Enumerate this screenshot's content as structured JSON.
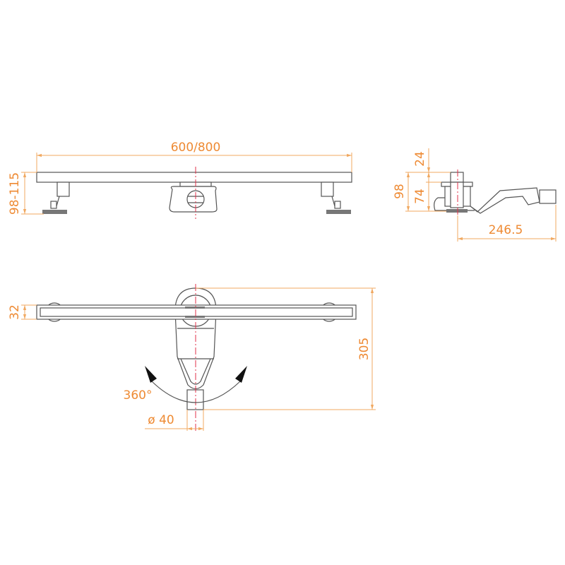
{
  "drawing": {
    "front_view": {
      "width_label": "600/800",
      "height_label": "98-115"
    },
    "side_view": {
      "top_label": "24",
      "body_label": "74",
      "total_label": "98",
      "length_label": "246.5"
    },
    "top_view": {
      "width_label": "32",
      "depth_label": "305",
      "rotation_label": "360°",
      "outlet_label": "ø 40"
    },
    "colors": {
      "dimension": "#ee8a33",
      "outline": "#555555",
      "centerline": "#e0304a"
    }
  }
}
